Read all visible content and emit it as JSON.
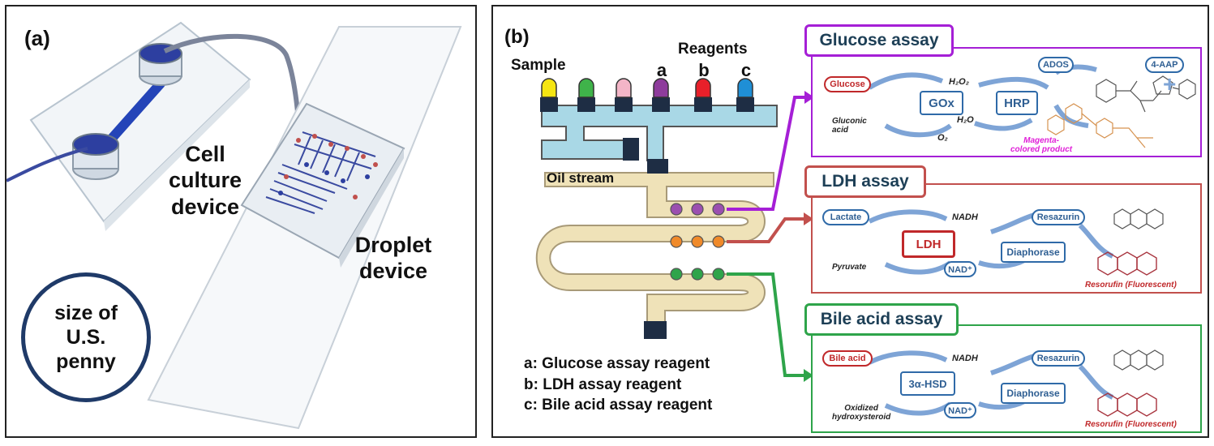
{
  "panel_a": {
    "label": "(a)",
    "cell_culture_line1": "Cell",
    "cell_culture_line2": "culture",
    "cell_culture_line3": "device",
    "droplet_line1": "Droplet",
    "droplet_line2": "device",
    "penny_line1": "size of",
    "penny_line2": "U.S.",
    "penny_line3": "penny"
  },
  "panel_b": {
    "label": "(b)",
    "sample": "Sample",
    "reagents": "Reagents",
    "reagent_letters": [
      "a",
      "b",
      "c"
    ],
    "oil_stream": "Oil stream",
    "legend": [
      "a: Glucose assay reagent",
      "b: LDH assay reagent",
      "c: Bile acid assay reagent"
    ],
    "colors": {
      "channel": "#a9d8e6",
      "serpentine": "#efe2b8",
      "glucose_frame": "#a51fd6",
      "ldh_frame": "#c2504d",
      "bile_frame": "#2ea44a",
      "arrow_blue": "#7ea4d6"
    }
  },
  "glucose": {
    "title": "Glucose assay",
    "glucose": "Glucose",
    "gox": "GOx",
    "h2o2": "H₂O₂",
    "hrp": "HRP",
    "ados": "ADOS",
    "aap": "4-AAP",
    "h2o": "H₂O",
    "gluconic1": "Gluconic",
    "gluconic2": "acid",
    "o2": "O₂",
    "magenta1": "Magenta-",
    "magenta2": "colored product"
  },
  "ldh": {
    "title": "LDH assay",
    "lactate": "Lactate",
    "nadh": "NADH",
    "resazurin": "Resazurin",
    "ldh": "LDH",
    "diaphorase": "Diaphorase",
    "pyruvate": "Pyruvate",
    "nad": "NAD⁺",
    "resorufin": "Resorufin (Fluorescent)"
  },
  "bile": {
    "title": "Bile acid assay",
    "bile_acid": "Bile acid",
    "nadh": "NADH",
    "resazurin": "Resazurin",
    "hsd": "3α-HSD",
    "diaphorase": "Diaphorase",
    "oxidized1": "Oxidized",
    "oxidized2": "hydroxysteroid",
    "nad": "NAD⁺",
    "resorufin": "Resorufin (Fluorescent)"
  }
}
